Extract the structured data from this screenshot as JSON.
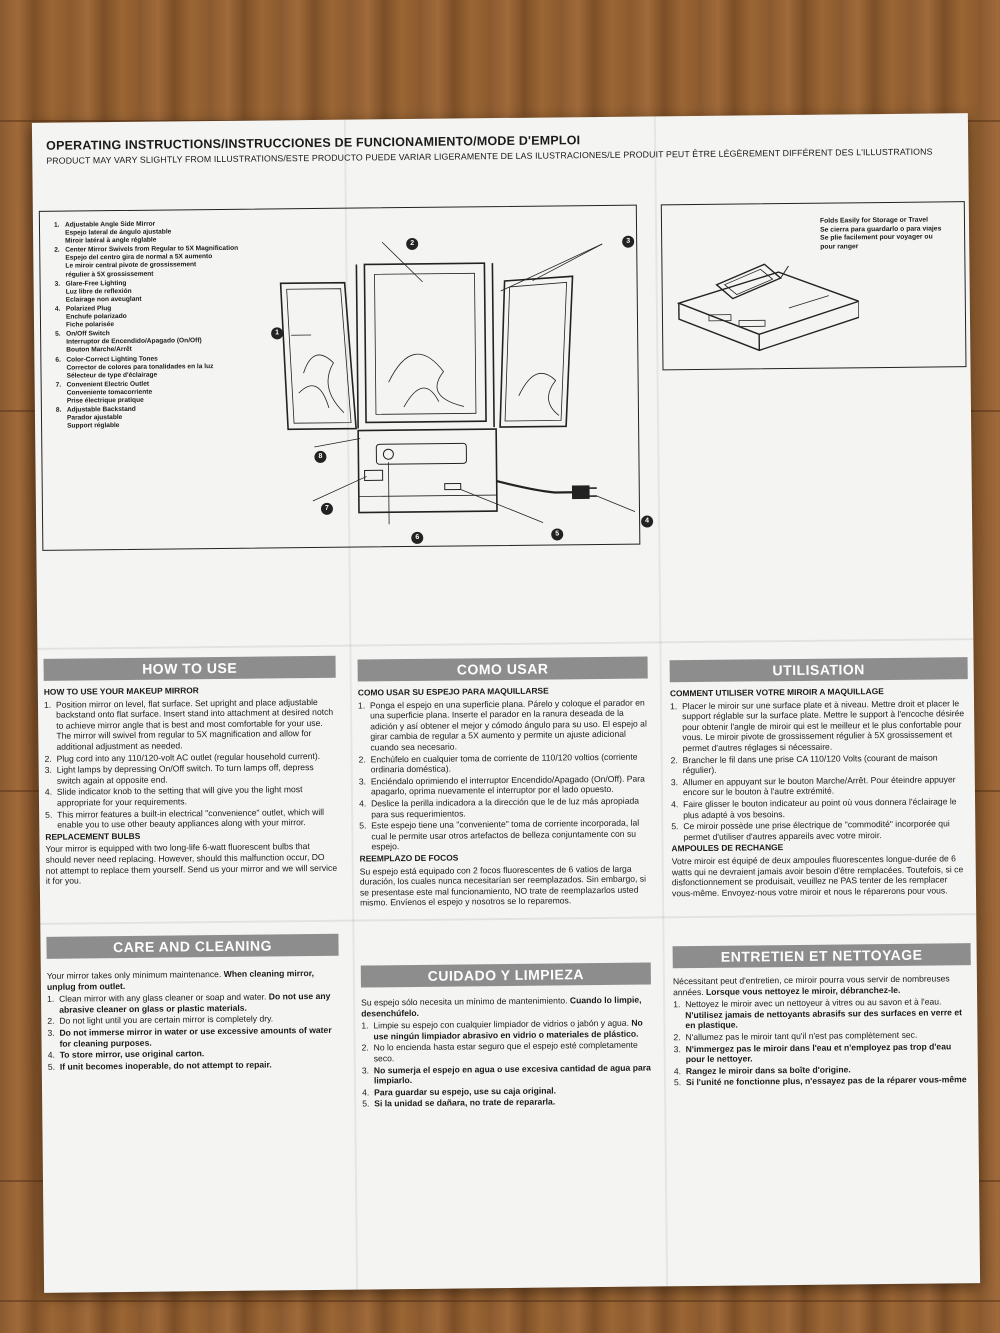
{
  "header": {
    "title": "OPERATING INSTRUCTIONS/INSTRUCCIONES DE FUNCIONAMIENTO/MODE D'EMPLOI",
    "subtitle": "PRODUCT MAY VARY SLIGHTLY FROM ILLUSTRATIONS/ESTE PRODUCTO PUEDE VARIAR LIGERAMENTE DE LAS ILUSTRACIONES/LE PRODUIT PEUT ÊTRE LÉGÈREMENT DIFFÉRENT DES L'ILLUSTRATIONS"
  },
  "legend": [
    {
      "num": "1.",
      "lines": [
        "Adjustable Angle Side Mirror",
        "Espejo lateral de ángulo ajustable",
        "Miroir latéral à angle réglable"
      ]
    },
    {
      "num": "2.",
      "lines": [
        "Center Mirror Swivels from Regular to 5X Magnification",
        "Espejo del centro gira de normal a 5X aumento",
        "Le miroir central pivote de grossissement",
        "régulier à 5X grossissement"
      ]
    },
    {
      "num": "3.",
      "lines": [
        "Glare-Free Lighting",
        "Luz libre de reflexión",
        "Eclairage non aveuglant"
      ]
    },
    {
      "num": "4.",
      "lines": [
        "Polarized Plug",
        "Enchufe polarizado",
        "Fiche polarisée"
      ]
    },
    {
      "num": "5.",
      "lines": [
        "On/Off Switch",
        "Interruptor de Encendido/Apagado (On/Off)",
        "Bouton Marche/Arrêt"
      ]
    },
    {
      "num": "6.",
      "lines": [
        "Color-Correct Lighting Tones",
        "Corrector de colores para tonalidades en la luz",
        "Sélecteur de type d'éclairage"
      ]
    },
    {
      "num": "7.",
      "lines": [
        "Convenient Electric Outlet",
        "Conveniente tomacorriente",
        "Prise électrique pratique"
      ]
    },
    {
      "num": "8.",
      "lines": [
        "Adjustable Backstand",
        "Parador ajustable",
        "Support réglable"
      ]
    }
  ],
  "callouts": [
    "1",
    "2",
    "3",
    "4",
    "5",
    "6",
    "7",
    "8"
  ],
  "fold_caption": [
    "Folds Easily for Storage or Travel",
    "Se cierra para guardarlo o para viajes",
    "Se plie facilement pour voyager ou",
    "pour ranger"
  ],
  "english": {
    "banner": "HOW TO USE",
    "heading": "HOW TO USE YOUR MAKEUP MIRROR",
    "steps": [
      {
        "n": "1.",
        "t": "Position mirror on level, flat surface. Set upright and place adjustable backstand onto flat surface. Insert stand into attachment at desired notch to achieve mirror angle that is best and most comfortable for your use. The mirror will swivel from regular to 5X magnification and allow for additional adjustment as needed."
      },
      {
        "n": "2.",
        "t": "Plug cord into any 110/120-volt AC outlet (regular household current)."
      },
      {
        "n": "3.",
        "t": "Light lamps by depressing On/Off switch. To turn lamps off, depress switch again at opposite end."
      },
      {
        "n": "4.",
        "t": "Slide indicator knob to the setting that will give you the light most appropriate for your requirements."
      },
      {
        "n": "5.",
        "t": "This mirror features a built-in electrical \"convenience\" outlet, which will enable you to use other beauty appliances along with your mirror."
      }
    ],
    "replace_heading": "REPLACEMENT BULBS",
    "replace_text": "Your mirror is equipped with two long-life 6-watt fluorescent bulbs that should never need replacing. However, should this malfunction occur, DO not attempt to replace them yourself. Send us your mirror and we will service it for you.",
    "care_banner": "CARE AND CLEANING",
    "care_intro": "Your mirror takes only minimum maintenance.",
    "care_intro_bold": "When cleaning mirror, unplug from outlet.",
    "care_steps": [
      {
        "n": "1.",
        "t": "Clean mirror with any glass cleaner or soap and water.",
        "b": "Do not use any abrasive cleaner on glass or plastic materials."
      },
      {
        "n": "2.",
        "t": "Do not light until you are certain mirror is completely dry.",
        "b": ""
      },
      {
        "n": "3.",
        "t": "",
        "b": "Do not immerse mirror in water or use excessive amounts of water for cleaning purposes."
      },
      {
        "n": "4.",
        "t": "",
        "b": "To store mirror, use original carton."
      },
      {
        "n": "5.",
        "t": "",
        "b": "If unit becomes inoperable, do not attempt to repair."
      }
    ]
  },
  "spanish": {
    "banner": "COMO USAR",
    "heading": "COMO USAR SU ESPEJO PARA MAQUILLARSE",
    "steps": [
      {
        "n": "1.",
        "t": "Ponga el espejo en una superficie plana. Párelo y coloque el parador en una superficie plana. Inserte el parador en la ranura deseada de la adición y así obtener el mejor y cómodo ángulo para su uso. El espejo al girar cambia de regular a 5X aumento y permite un ajuste adicional cuando sea necesario."
      },
      {
        "n": "2.",
        "t": "Enchúfelo en cualquier toma de corriente de 110/120 voltios (corriente ordinaria doméstica)."
      },
      {
        "n": "3.",
        "t": "Enciéndalo oprimiendo el interruptor Encendido/Apagado (On/Off). Para apagarlo, oprima nuevamente el interruptor por el lado opuesto."
      },
      {
        "n": "4.",
        "t": "Deslice la perilla indicadora a la dirección que le de luz más apropiada para sus requerimientos."
      },
      {
        "n": "5.",
        "t": "Este espejo tiene una \"conveniente\" toma de corriente incorporada, lal cual le permite usar otros artefactos de belleza conjuntamente con su espejo."
      }
    ],
    "replace_heading": "REEMPLAZO DE FOCOS",
    "replace_text": "Su espejo está equipado con 2 focos fluorescentes de 6 vatios de larga duración, los cuales nunca necesitarían ser reemplazados. Sin embargo, si se presentase este mal funcionamiento, NO trate de reemplazarlos usted mismo. Envíenos el espejo y nosotros se lo reparemos.",
    "care_banner": "CUIDADO Y LIMPIEZA",
    "care_intro": "Su espejo sólo necesita un mínimo de mantenimiento.",
    "care_intro_bold": "Cuando lo limpie, desenchúfelo.",
    "care_steps": [
      {
        "n": "1.",
        "t": "Limpie su espejo con cualquier limpiador de vidrios o jabón y agua.",
        "b": "No use ningún limpiador abrasivo en vidrio o materiales de plástico."
      },
      {
        "n": "2.",
        "t": "No lo encienda hasta estar seguro que el espejo esté completamente seco.",
        "b": ""
      },
      {
        "n": "3.",
        "t": "",
        "b": "No sumerja el espejo en agua o use excesiva cantidad de agua para limpiarlo."
      },
      {
        "n": "4.",
        "t": "",
        "b": "Para guardar su espejo, use su caja original."
      },
      {
        "n": "5.",
        "t": "",
        "b": "Si la unidad se dañara, no trate de repararla."
      }
    ]
  },
  "french": {
    "banner": "UTILISATION",
    "heading": "COMMENT UTILISER VOTRE MIROIR A MAQUILLAGE",
    "steps": [
      {
        "n": "1.",
        "t": "Placer le miroir sur une surface plate et à niveau. Mettre droit et placer le support réglable sur la surface plate. Mettre le support à l'encoche désirée pour obtenir l'angle de miroir qui est le meilleur et le plus confortable pour vous. Le miroir pivote de grossissement régulier à 5X grossissement et permet d'autres réglages si nécessaire."
      },
      {
        "n": "2.",
        "t": "Brancher le fil dans une prise CA 110/120 Volts (courant de maison régulier)."
      },
      {
        "n": "3.",
        "t": "Allumer en appuyant sur le bouton Marche/Arrêt. Pour éteindre appuyer encore sur le bouton à l'autre extrémité."
      },
      {
        "n": "4.",
        "t": "Faire glisser le bouton indicateur au point où vous donnera l'éclairage le plus adapté à vos besoins."
      },
      {
        "n": "5.",
        "t": "Ce miroir possède une prise électrique de \"commodité\" incorporée qui permet d'utiliser d'autres appareils avec votre miroir."
      }
    ],
    "replace_heading": "AMPOULES DE RECHANGE",
    "replace_text": "Votre miroir est équipé de deux ampoules fluorescentes longue-durée de 6 watts qui ne devraient jamais avoir besoin d'être remplacées. Toutefois, si ce disfonctionnement se produisait, veuillez ne PAS tenter de les remplacer vous-même. Envoyez-nous votre miroir et nous le réparerons pour vous.",
    "care_banner": "ENTRETIEN ET NETTOYAGE",
    "care_intro": "Nécessitant peut d'entretien, ce miroir pourra vous servir de nombreuses années.",
    "care_intro_bold": "Lorsque vous nettoyez le miroir, débranchez-le.",
    "care_steps": [
      {
        "n": "1.",
        "t": "Nettoyez le miroir avec un nettoyeur à vitres ou au savon et à l'eau.",
        "b": "N'utilisez jamais de nettoyants abrasifs sur des surfaces en verre et en plastique."
      },
      {
        "n": "2.",
        "t": "N'allumez pas le miroir tant qu'il n'est pas complètement sec.",
        "b": ""
      },
      {
        "n": "3.",
        "t": "",
        "b": "N'immergez pas le miroir dans l'eau et n'employez pas trop d'eau pour le nettoyer."
      },
      {
        "n": "4.",
        "t": "",
        "b": "Rangez le miroir dans sa boîte d'origine."
      },
      {
        "n": "5.",
        "t": "",
        "b": "Si l'unité ne fonctionne plus, n'essayez pas de la réparer vous-même"
      }
    ]
  }
}
